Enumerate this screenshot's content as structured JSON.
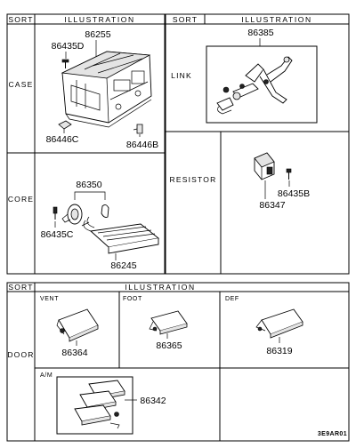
{
  "top_table": {
    "left_header": {
      "sort": "SORT",
      "illustration": "ILLUSTRATION"
    },
    "right_header": {
      "sort": "SORT",
      "illustration": "ILLUSTRATION"
    },
    "case": {
      "label": "CASE",
      "parts": [
        "86255",
        "86435D",
        "86446C",
        "86446B"
      ]
    },
    "core": {
      "label": "CORE",
      "parts": [
        "86350",
        "86435C",
        "86245"
      ]
    },
    "link": {
      "label": "LINK",
      "parts": [
        "86385"
      ]
    },
    "resistor": {
      "label": "RESISTOR",
      "parts": [
        "86435B",
        "86347"
      ]
    }
  },
  "bottom_table": {
    "header": {
      "sort": "SORT",
      "illustration": "ILLUSTRATION"
    },
    "door": {
      "label": "DOOR",
      "vent": {
        "label": "VENT",
        "part": "86364"
      },
      "foot": {
        "label": "FOOT",
        "part": "86365"
      },
      "def": {
        "label": "DEF",
        "part": "86319"
      },
      "am": {
        "label": "A/M",
        "part": "86342"
      }
    }
  },
  "drawing_code": "3E9AR01"
}
